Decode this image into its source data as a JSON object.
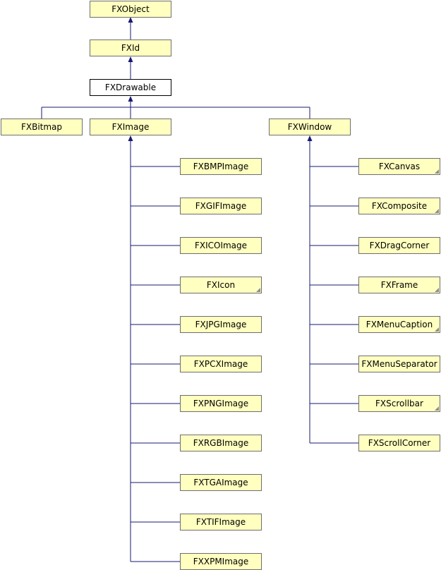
{
  "colors": {
    "node_fill": "#ffffc0",
    "current_fill": "#ffffff",
    "edge": "#191970"
  },
  "nodes": {
    "fxobject": "FXObject",
    "fxid": "FXId",
    "fxdrawable": "FXDrawable",
    "fxbitmap": "FXBitmap",
    "fximage": "FXImage",
    "fxwindow": "FXWindow",
    "image_children": [
      "FXBMPImage",
      "FXGIFImage",
      "FXICOImage",
      "FXIcon",
      "FXJPGImage",
      "FXPCXImage",
      "FXPNGImage",
      "FXRGBImage",
      "FXTGAImage",
      "FXTIFImage",
      "FXXPMImage"
    ],
    "window_children": [
      "FXCanvas",
      "FXComposite",
      "FXDragCorner",
      "FXFrame",
      "FXMenuCaption",
      "FXMenuSeparator",
      "FXScrollbar",
      "FXScrollCorner"
    ]
  },
  "edges": [
    [
      "fxid",
      "fxobject"
    ],
    [
      "fxdrawable",
      "fxid"
    ],
    [
      "fxbitmap",
      "fxdrawable"
    ],
    [
      "fximage",
      "fxdrawable"
    ],
    [
      "fxwindow",
      "fxdrawable"
    ]
  ],
  "has_subclasses": [
    "FXIcon",
    "FXCanvas",
    "FXComposite",
    "FXFrame",
    "FXMenuCaption",
    "FXScrollbar"
  ]
}
